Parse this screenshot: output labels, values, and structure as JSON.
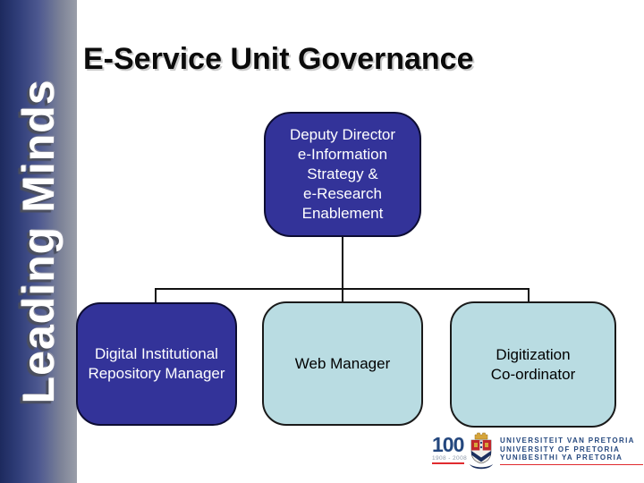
{
  "slide": {
    "title": "E-Service Unit Governance",
    "sidebar_text": "Leading Minds"
  },
  "org_chart": {
    "root": {
      "style": "dark-blue",
      "lines": [
        "Deputy Director",
        "e-Information",
        "Strategy &",
        "e-Research",
        "Enablement"
      ]
    },
    "children": [
      {
        "style": "dark-blue",
        "lines": [
          "Digital Institutional",
          "Repository Manager"
        ]
      },
      {
        "style": "light-blue",
        "lines": [
          "Web Manager"
        ]
      },
      {
        "style": "light-blue",
        "lines": [
          "Digitization",
          "Co-ordinator"
        ]
      }
    ]
  },
  "logo": {
    "number": "100",
    "years": "1908 - 2008",
    "name_lines": [
      "UNIVERSITEIT VAN PRETORIA",
      "UNIVERSITY OF PRETORIA",
      "YUNIBESITHI YA PRETORIA"
    ],
    "crest_icon": "university-of-pretoria-crest"
  },
  "colors": {
    "dark_box": "#333399",
    "light_box": "#b9dce2",
    "connector": "#111111",
    "sidebar_gradient_start": "#1d2a5e",
    "sidebar_gradient_end": "#9a9ea9",
    "logo_blue": "#24477e",
    "logo_red": "#e02b2f",
    "title_text": "#0b0b0b"
  }
}
